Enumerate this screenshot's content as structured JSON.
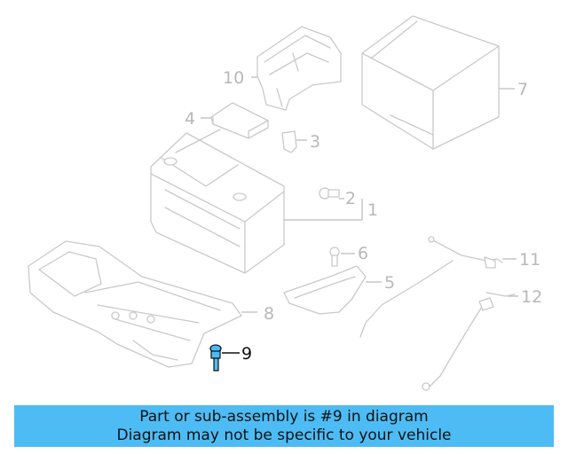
{
  "labels": {
    "p1": "1",
    "p2": "2",
    "p3": "3",
    "p4": "4",
    "p5": "5",
    "p6": "6",
    "p7": "7",
    "p8": "8",
    "p9": "9",
    "p10": "10",
    "p11": "11",
    "p12": "12"
  },
  "highlight_color": "#4dbcf5",
  "banner": {
    "line1": "Part or sub-assembly is #9 in diagram",
    "line2": "Diagram may not be specific to your vehicle"
  }
}
